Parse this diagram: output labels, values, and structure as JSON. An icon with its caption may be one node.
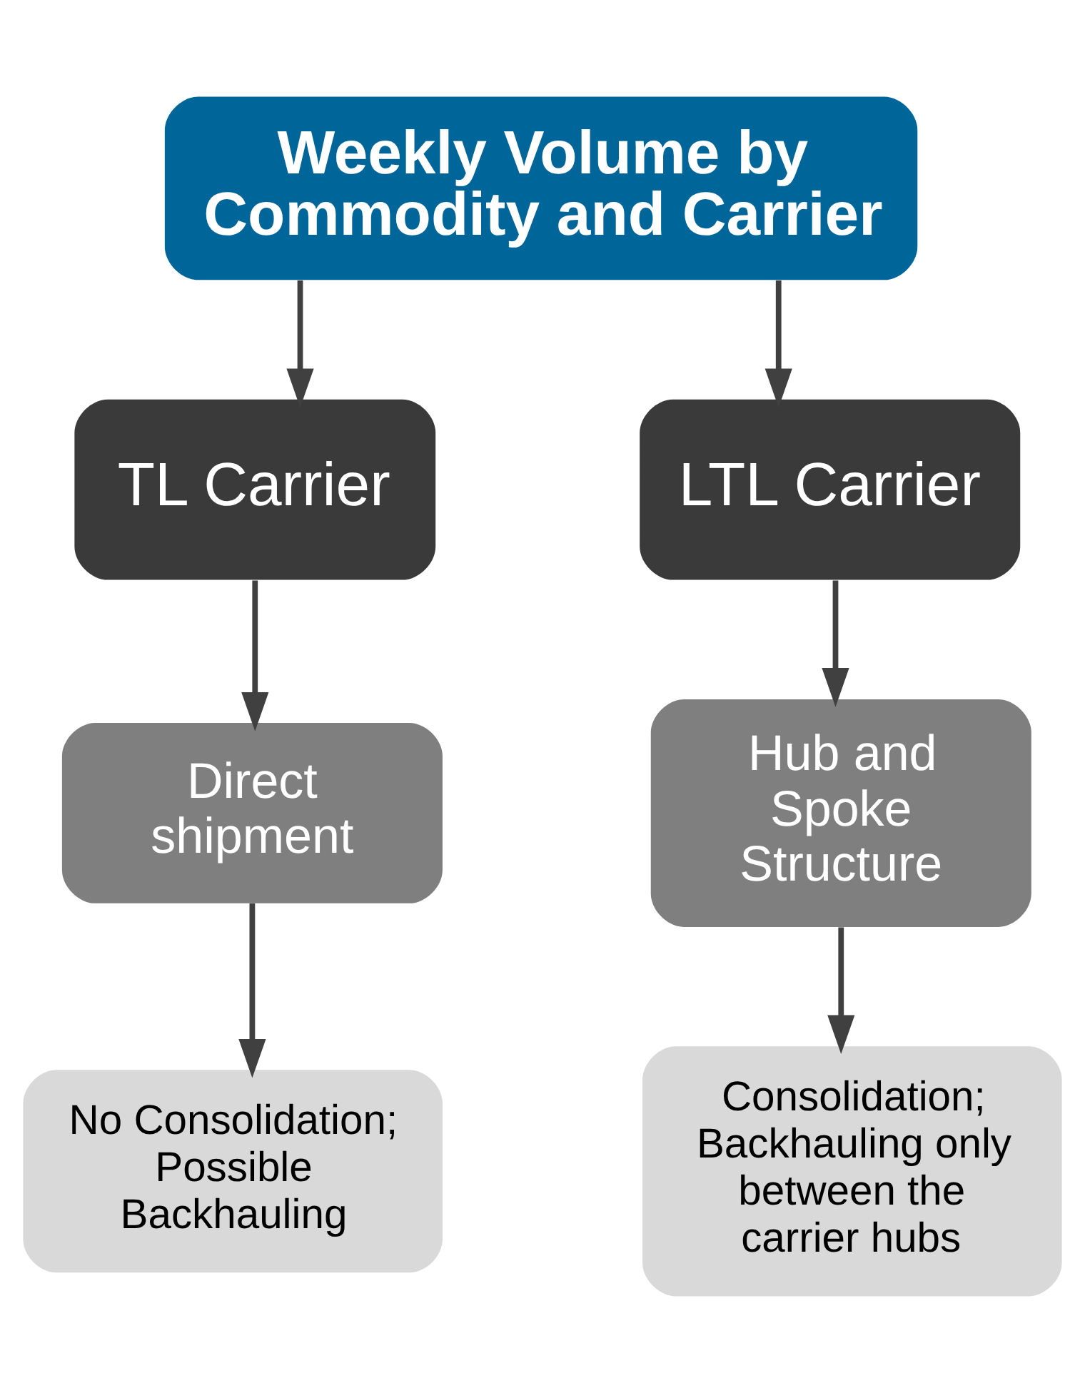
{
  "diagram": {
    "nodes": [
      {
        "text": [
          "Weekly Volume by Commodity and Carrier"
        ]
      },
      {
        "text": [
          "TL Carrier"
        ]
      },
      {
        "text": [
          "LTL Carrier"
        ]
      },
      {
        "text": [
          "Direct shipment"
        ]
      },
      {
        "text": [
          "Hub and Spoke Structure"
        ]
      },
      {
        "text": [
          "No Consolidation; Possible Backhauling"
        ]
      },
      {
        "text": [
          "Consolidation; Backhauling only between the carrier hubs"
        ]
      }
    ],
    "edges": [
      {
        "from": 0,
        "to": 1,
        "arrow": "to"
      },
      {
        "from": 0,
        "to": 2,
        "arrow": "to"
      },
      {
        "from": 1,
        "to": 3,
        "arrow": "to"
      },
      {
        "from": 2,
        "to": 4,
        "arrow": "to"
      },
      {
        "from": 3,
        "to": 5,
        "arrow": "to"
      },
      {
        "from": 4,
        "to": 6,
        "arrow": "to"
      }
    ]
  }
}
